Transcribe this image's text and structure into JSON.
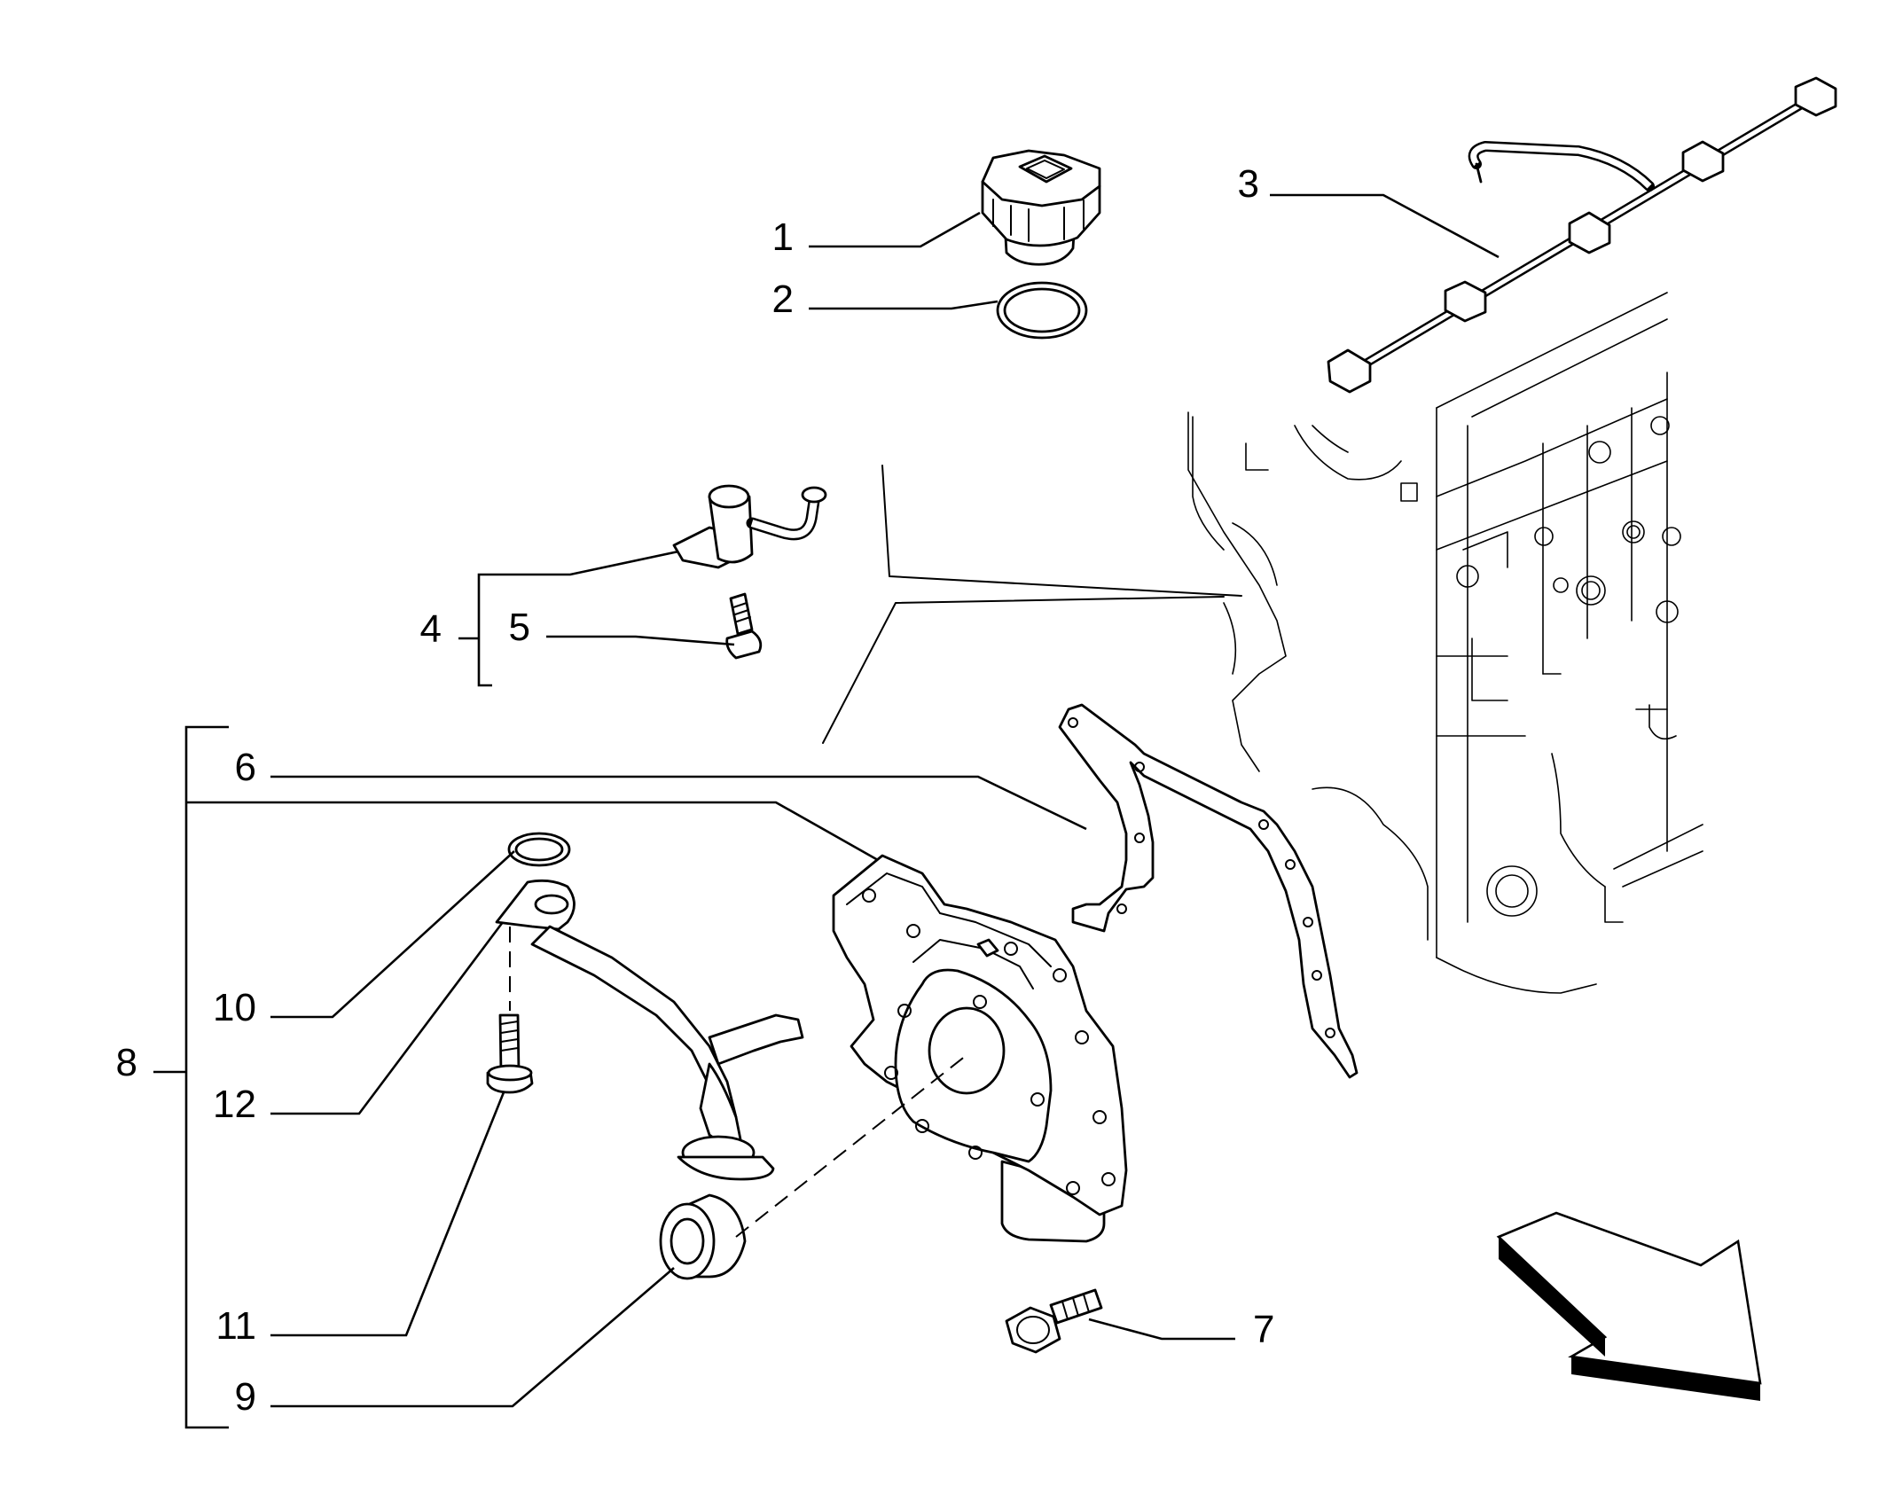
{
  "callouts": {
    "c1": "1",
    "c2": "2",
    "c3": "3",
    "c4": "4",
    "c5": "5",
    "c6": "6",
    "c7": "7",
    "c8": "8",
    "c9": "9",
    "c10": "10",
    "c11": "11",
    "c12": "12"
  },
  "parts": [
    {
      "ref": "1",
      "name": "oil-filler-cap"
    },
    {
      "ref": "2",
      "name": "filler-cap-seal-ring"
    },
    {
      "ref": "3",
      "name": "fuel-injector-leak-off-pipe"
    },
    {
      "ref": "4",
      "name": "breather-fitting-assembly"
    },
    {
      "ref": "5",
      "name": "fitting-screw"
    },
    {
      "ref": "6",
      "name": "oil-pump-gasket"
    },
    {
      "ref": "7",
      "name": "pump-mounting-bolt"
    },
    {
      "ref": "8",
      "name": "oil-pump-assembly"
    },
    {
      "ref": "9",
      "name": "shaft-seal"
    },
    {
      "ref": "10",
      "name": "pickup-o-ring"
    },
    {
      "ref": "11",
      "name": "pickup-bolt"
    },
    {
      "ref": "12",
      "name": "oil-pickup-pipe"
    }
  ],
  "colors": {
    "ink": "#000000",
    "paper": "#ffffff"
  }
}
